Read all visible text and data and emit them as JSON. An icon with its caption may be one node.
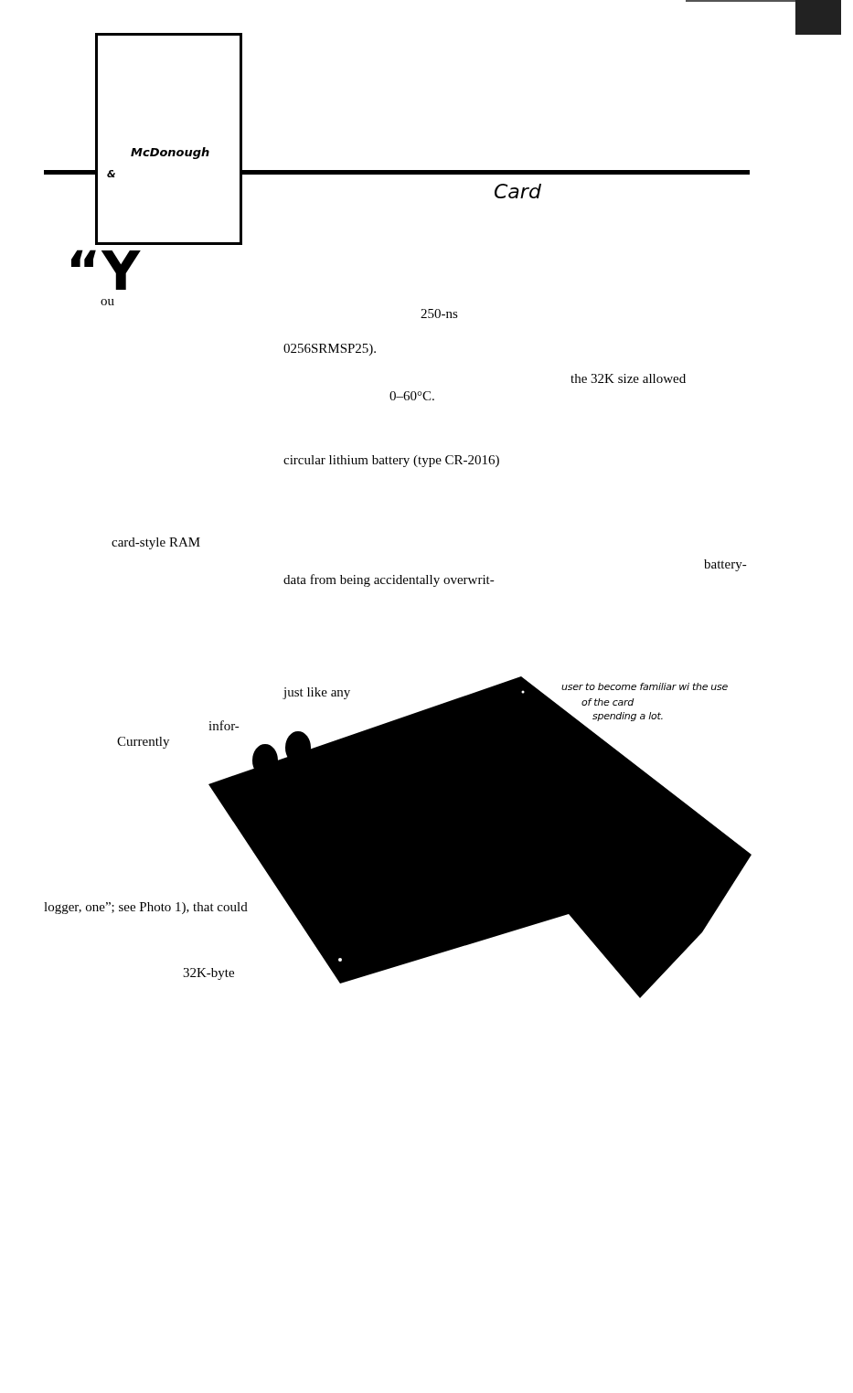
{
  "diagram": {
    "nodes": [
      {
        "text": [
          "McDonough",
          "&"
        ]
      }
    ],
    "labels": [
      "Card",
      "“Y",
      "ou",
      "250-ns",
      "0256SRMSP25).",
      "the 32K size allowed",
      "0–60°C.",
      "circular lithium battery (type CR-2016)",
      "card-style RAM",
      "battery-",
      "data from being accidentally overwrit-",
      "user to become familiar wi the use",
      "of the card",
      "spending a lot.",
      "just like any",
      "infor-",
      "Currently",
      "logger, one”; see Photo 1), that could",
      "32K-byte"
    ]
  }
}
